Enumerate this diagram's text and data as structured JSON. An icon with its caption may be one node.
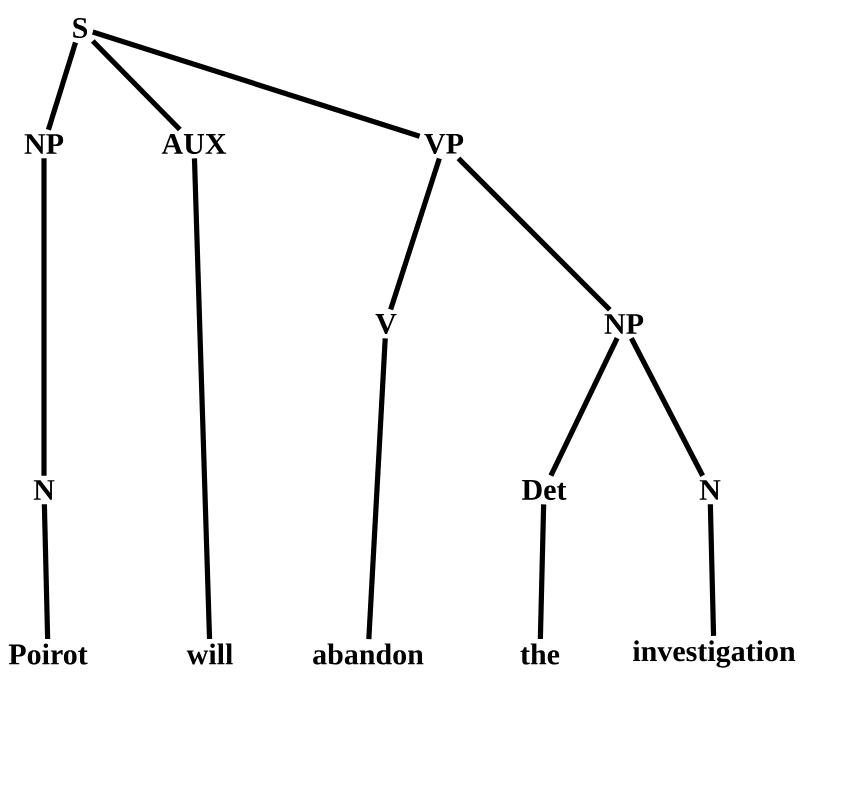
{
  "diagram": {
    "nodes": [
      {
        "text": [
          "S"
        ]
      },
      {
        "text": [
          "NP"
        ]
      },
      {
        "text": [
          "AUX"
        ]
      },
      {
        "text": [
          "VP"
        ]
      },
      {
        "text": [
          "N"
        ]
      },
      {
        "text": [
          "V"
        ]
      },
      {
        "text": [
          "NP"
        ]
      },
      {
        "text": [
          "Det"
        ]
      },
      {
        "text": [
          "N"
        ]
      },
      {
        "text": [
          "Poirot"
        ]
      },
      {
        "text": [
          "will"
        ]
      },
      {
        "text": [
          "abandon"
        ]
      },
      {
        "text": [
          "the"
        ]
      },
      {
        "text": [
          "investigation"
        ]
      }
    ],
    "edges": [
      {
        "from": 0,
        "to": 1,
        "arrow": "none"
      },
      {
        "from": 0,
        "to": 2,
        "arrow": "none"
      },
      {
        "from": 0,
        "to": 3,
        "arrow": "none"
      },
      {
        "from": 1,
        "to": 4,
        "arrow": "none"
      },
      {
        "from": 4,
        "to": 9,
        "arrow": "none"
      },
      {
        "from": 2,
        "to": 10,
        "arrow": "none"
      },
      {
        "from": 3,
        "to": 5,
        "arrow": "none"
      },
      {
        "from": 3,
        "to": 6,
        "arrow": "none"
      },
      {
        "from": 5,
        "to": 11,
        "arrow": "none"
      },
      {
        "from": 6,
        "to": 7,
        "arrow": "none"
      },
      {
        "from": 6,
        "to": 8,
        "arrow": "none"
      },
      {
        "from": 7,
        "to": 12,
        "arrow": "none"
      },
      {
        "from": 8,
        "to": 13,
        "arrow": "none"
      }
    ]
  }
}
